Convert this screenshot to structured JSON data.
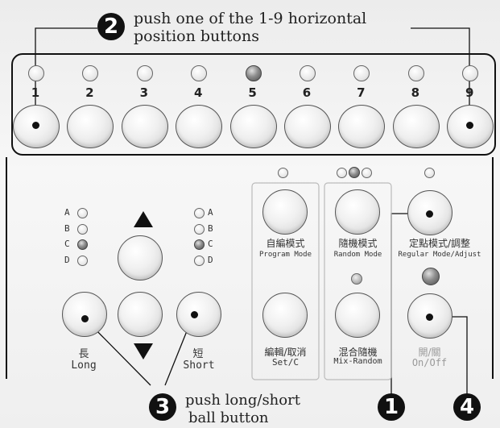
{
  "callouts": {
    "two": {
      "number": "2",
      "text_line1": "push one of the 1-9 horizontal",
      "text_line2": "position buttons"
    },
    "three": {
      "number": "3",
      "text_line1": "push long/short",
      "text_line2": "ball button"
    },
    "one": {
      "number": "1"
    },
    "four": {
      "number": "4"
    }
  },
  "position_buttons": {
    "labels": [
      "1",
      "2",
      "3",
      "4",
      "5",
      "6",
      "7",
      "8",
      "9"
    ],
    "active_led_index": 4
  },
  "abcd": {
    "left": [
      "A",
      "B",
      "C",
      "D"
    ],
    "right": [
      "A",
      "B",
      "C",
      "D"
    ],
    "active": "C"
  },
  "long_button": {
    "cjk": "長",
    "eng": "Long"
  },
  "short_button": {
    "cjk": "短",
    "eng": "Short"
  },
  "program_mode": {
    "cjk": "自編模式",
    "eng": "Program Mode"
  },
  "random_mode": {
    "cjk": "隨機模式",
    "eng": "Random Mode"
  },
  "regular_mode": {
    "cjk": "定點模式/調整",
    "eng": "Regular Mode/Adjust"
  },
  "set_cancel": {
    "cjk": "編輯/取消",
    "eng": "Set/C"
  },
  "mix_random": {
    "cjk": "混合隨機",
    "eng": "Mix-Random"
  },
  "on_off": {
    "cjk": "開/關",
    "eng": "On/Off"
  },
  "colors": {
    "led_on": "#6b6b6b",
    "button_face": "#f0f0f0",
    "panel_border": "#111111"
  },
  "icons": {
    "up": "triangle-up-icon",
    "down": "triangle-down-icon"
  }
}
